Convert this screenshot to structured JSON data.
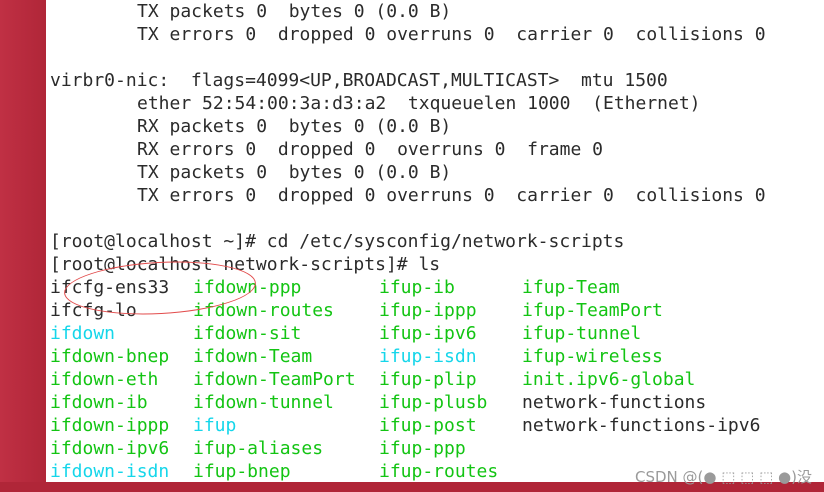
{
  "terminal": {
    "top_lines": [
      "TX packets 0  bytes 0 (0.0 B)",
      "TX errors 0  dropped 0 overruns 0  carrier 0  collisions 0"
    ],
    "virbr0_header": "virbr0-nic:  flags=4099<UP,BROADCAST,MULTICAST>  mtu 1500",
    "virbr0_lines": [
      "ether 52:54:00:3a:d3:a2  txqueuelen 1000  (Ethernet)",
      "RX packets 0  bytes 0 (0.0 B)",
      "RX errors 0  dropped 0  overruns 0  frame 0",
      "TX packets 0  bytes 0 (0.0 B)",
      "TX errors 0  dropped 0 overruns 0  carrier 0  collisions 0"
    ],
    "prompt1": "[root@localhost ~]# cd /etc/sysconfig/network-scripts",
    "prompt2": "[root@localhost network-scripts]# ls",
    "ls_rows": [
      [
        "ifcfg-ens33",
        "ifdown-ppp",
        "ifup-ib",
        "ifup-Team"
      ],
      [
        "ifcfg-lo",
        "ifdown-routes",
        "ifup-ippp",
        "ifup-TeamPort"
      ],
      [
        "ifdown",
        "ifdown-sit",
        "ifup-ipv6",
        "ifup-tunnel"
      ],
      [
        "ifdown-bnep",
        "ifdown-Team",
        "ifup-isdn",
        "ifup-wireless"
      ],
      [
        "ifdown-eth",
        "ifdown-TeamPort",
        "ifup-plip",
        "init.ipv6-global"
      ],
      [
        "ifdown-ib",
        "ifdown-tunnel",
        "ifup-plusb",
        "network-functions"
      ],
      [
        "ifdown-ippp",
        "ifup",
        "ifup-post",
        "network-functions-ipv6"
      ],
      [
        "ifdown-ipv6",
        "ifup-aliases",
        "ifup-ppp",
        ""
      ],
      [
        "ifdown-isdn",
        "ifup-bnep",
        "ifup-routes",
        ""
      ]
    ],
    "ls_colors": [
      [
        "dark",
        "green",
        "green",
        "green"
      ],
      [
        "dark",
        "green",
        "green",
        "green"
      ],
      [
        "cyan",
        "green",
        "green",
        "green"
      ],
      [
        "green",
        "green",
        "cyan",
        "green"
      ],
      [
        "green",
        "green",
        "green",
        "green"
      ],
      [
        "green",
        "green",
        "green",
        "dark"
      ],
      [
        "green",
        "cyan",
        "green",
        "dark"
      ],
      [
        "green",
        "green",
        "green",
        "dark"
      ],
      [
        "cyan",
        "green",
        "green",
        "dark"
      ]
    ]
  },
  "watermark": "CSDN @(● ⬚ ⬚ ⬚ ●)没",
  "colors": {
    "terminal_bg": "#ffffff",
    "text": "#2b2b2b",
    "executable": "#13c413",
    "symlink": "#15d6ea",
    "annotation": "#e24c4c",
    "desktop": "#b5283a"
  }
}
